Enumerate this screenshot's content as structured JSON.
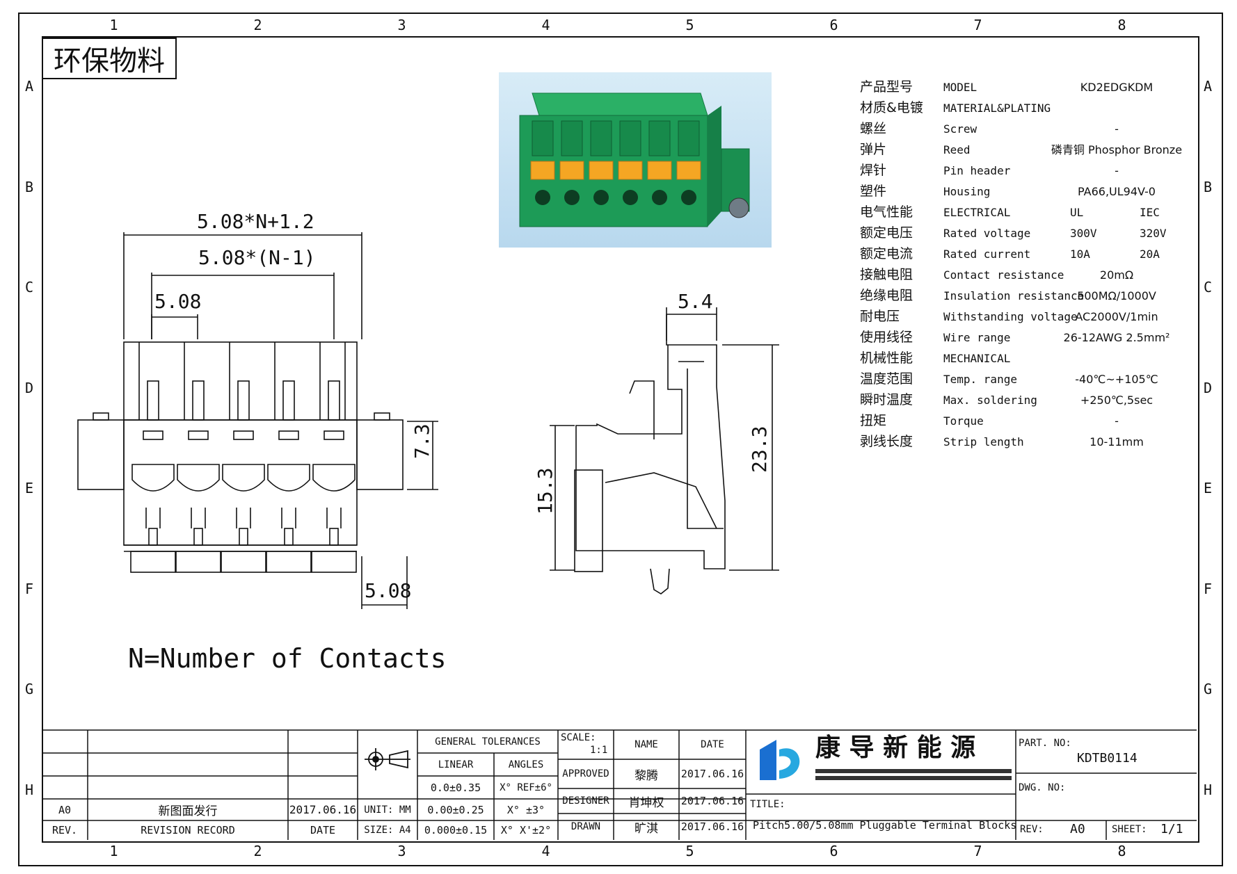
{
  "border": {
    "columns": [
      "1",
      "2",
      "3",
      "4",
      "5",
      "6",
      "7",
      "8"
    ],
    "rows": [
      "A",
      "B",
      "C",
      "D",
      "E",
      "F",
      "G",
      "H"
    ]
  },
  "badge": "环保物料",
  "front_view": {
    "dim_overall": "5.08*N+1.2",
    "dim_span": "5.08*(N-1)",
    "dim_pitch": "5.08",
    "dim_height": "7.3",
    "dim_offset": "5.08"
  },
  "side_view": {
    "dim_width": "5.4",
    "dim_height_total": "23.3",
    "dim_height_lower": "15.3"
  },
  "note": "N=Number of Contacts",
  "specs": [
    {
      "cn": "产品型号",
      "en": "MODEL",
      "v1": "KD2EDGKDM",
      "v2": ""
    },
    {
      "cn": "材质&电镀",
      "en": "MATERIAL&PLATING",
      "v1": "",
      "v2": ""
    },
    {
      "cn": "螺丝",
      "en": "Screw",
      "v1": "-",
      "v2": ""
    },
    {
      "cn": "弹片",
      "en": "Reed",
      "v1": "磷青铜 Phosphor Bronze",
      "v2": ""
    },
    {
      "cn": "焊针",
      "en": "Pin header",
      "v1": "-",
      "v2": ""
    },
    {
      "cn": "塑件",
      "en": "Housing",
      "v1": "PA66,UL94V-0",
      "v2": ""
    },
    {
      "cn": "电气性能",
      "en": "ELECTRICAL",
      "v1": "UL",
      "v2": "IEC"
    },
    {
      "cn": "额定电压",
      "en": "Rated voltage",
      "v1": "300V",
      "v2": "320V"
    },
    {
      "cn": "额定电流",
      "en": "Rated current",
      "v1": "10A",
      "v2": "20A"
    },
    {
      "cn": "接触电阻",
      "en": "Contact resistance",
      "v1": "20mΩ",
      "v2": ""
    },
    {
      "cn": "绝缘电阻",
      "en": "Insulation resistance",
      "v1": "500MΩ/1000V",
      "v2": ""
    },
    {
      "cn": "耐电压",
      "en": "Withstanding voltage",
      "v1": "AC2000V/1min",
      "v2": ""
    },
    {
      "cn": "使用线径",
      "en": "Wire range",
      "v1": "26-12AWG 2.5mm²",
      "v2": ""
    },
    {
      "cn": "机械性能",
      "en": "MECHANICAL",
      "v1": "",
      "v2": ""
    },
    {
      "cn": "温度范围",
      "en": "Temp. range",
      "v1": "-40℃~+105℃",
      "v2": ""
    },
    {
      "cn": "瞬时温度",
      "en": "Max. soldering",
      "v1": "+250℃,5sec",
      "v2": ""
    },
    {
      "cn": "扭矩",
      "en": "Torque",
      "v1": "-",
      "v2": ""
    },
    {
      "cn": "剥线长度",
      "en": "Strip length",
      "v1": "10-11mm",
      "v2": ""
    }
  ],
  "title_block": {
    "rev_value": "A0",
    "revision_text": "新图面发行",
    "revision_date": "2017.06.16",
    "rev_header": "REV.",
    "revision_record_header": "REVISION RECORD",
    "date_header": "DATE",
    "unit": "UNIT: MM",
    "size": "SIZE: A4",
    "general_tolerances": "GENERAL TOLERANCES",
    "linear": "LINEAR",
    "angles": "ANGLES",
    "tol1": "0.0±0.35",
    "tol2": "0.00±0.25",
    "tol3": "0.000±0.15",
    "ang1": "X° REF±6°",
    "ang2": "X° ±3°",
    "ang3": "X° X'±2°",
    "scale_label": "SCALE:",
    "scale_value": "1:1",
    "name_header": "NAME",
    "date_header2": "DATE",
    "approved": "APPROVED",
    "approved_name": "黎腾",
    "approved_date": "2017.06.16",
    "designer": "DESIGNER",
    "designer_name": "肖坤权",
    "designer_date": "2017.06.16",
    "drawn": "DRAWN",
    "drawn_name": "旷淇",
    "drawn_date": "2017.06.16",
    "company_name": "康 导 新 能 源",
    "title_label": "TITLE:",
    "title_value": "Pitch5.00/5.08mm Pluggable Terminal Blocks",
    "part_no_label": "PART. NO:",
    "part_no_value": "KDTB0114",
    "dwg_no_label": "DWG. NO:",
    "rev_label": "REV:",
    "rev_value2": "A0",
    "sheet_label": "SHEET:",
    "sheet_value": "1/1"
  },
  "colors": {
    "housing_green": "#1fa05a",
    "orange_buttons": "#f5a623",
    "logo_blue": "#1a6fd1"
  }
}
